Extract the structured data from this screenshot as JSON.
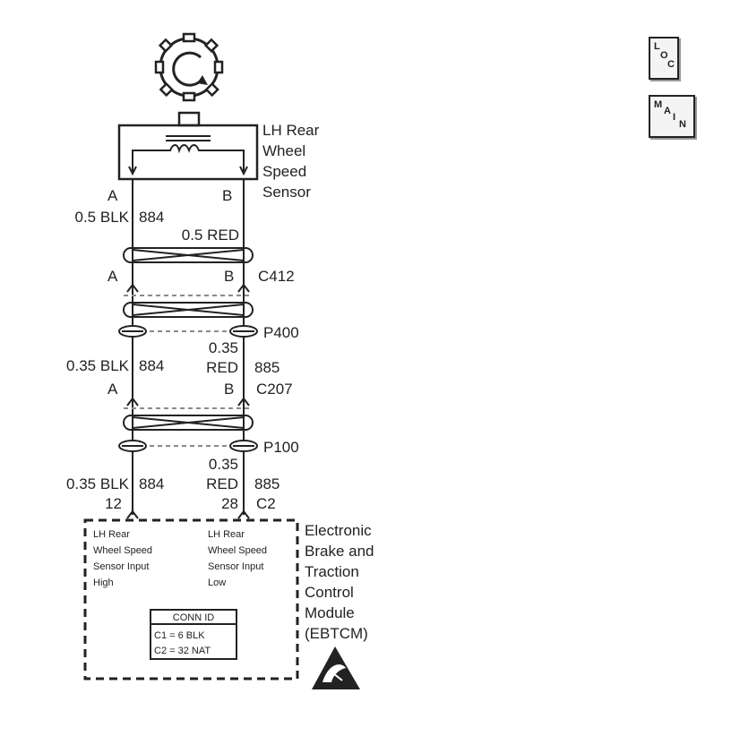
{
  "sensor": {
    "label_lines": [
      "LH Rear",
      "Wheel",
      "Speed",
      "Sensor"
    ]
  },
  "sensor_pins": {
    "left": "A",
    "right": "B"
  },
  "wires_upper": {
    "left_size": "0.5 BLK",
    "left_circuit": "884",
    "right_size": "0.5 RED"
  },
  "c412": {
    "left_pin": "A",
    "right_pin": "B",
    "label": "C412"
  },
  "p400": {
    "label": "P400"
  },
  "wires_middle": {
    "left_size": "0.35 BLK",
    "left_circuit": "884",
    "right_size_1": "0.35",
    "right_size_2": "RED",
    "right_circuit": "885"
  },
  "c207": {
    "left_pin": "A",
    "right_pin": "B",
    "label": "C207"
  },
  "p100": {
    "label": "P100"
  },
  "wires_lower": {
    "left_size": "0.35 BLK",
    "left_circuit": "884",
    "right_size_1": "0.35",
    "right_size_2": "RED",
    "right_circuit": "885"
  },
  "c2": {
    "left_pin": "12",
    "right_pin": "28",
    "label": "C2"
  },
  "module": {
    "label_lines": [
      "Electronic",
      "Brake and",
      "Traction",
      "Control",
      "Module",
      "(EBTCM)"
    ],
    "input_high_lines": [
      "LH Rear",
      "Wheel Speed",
      "Sensor Input",
      "High"
    ],
    "input_low_lines": [
      "LH Rear",
      "Wheel Speed",
      "Sensor Input",
      "Low"
    ],
    "conn_id": {
      "title": "CONN ID",
      "row1": "C1 = 6 BLK",
      "row2": "C2 = 32 NAT"
    }
  },
  "buttons": {
    "loc": {
      "c1": "L",
      "c2": "O",
      "c3": "C"
    },
    "main": {
      "c1": "M",
      "c2": "A",
      "c3": "I",
      "c4": "N"
    }
  },
  "colors": {
    "ink": "#222222",
    "gray": "#8a8a8a"
  }
}
